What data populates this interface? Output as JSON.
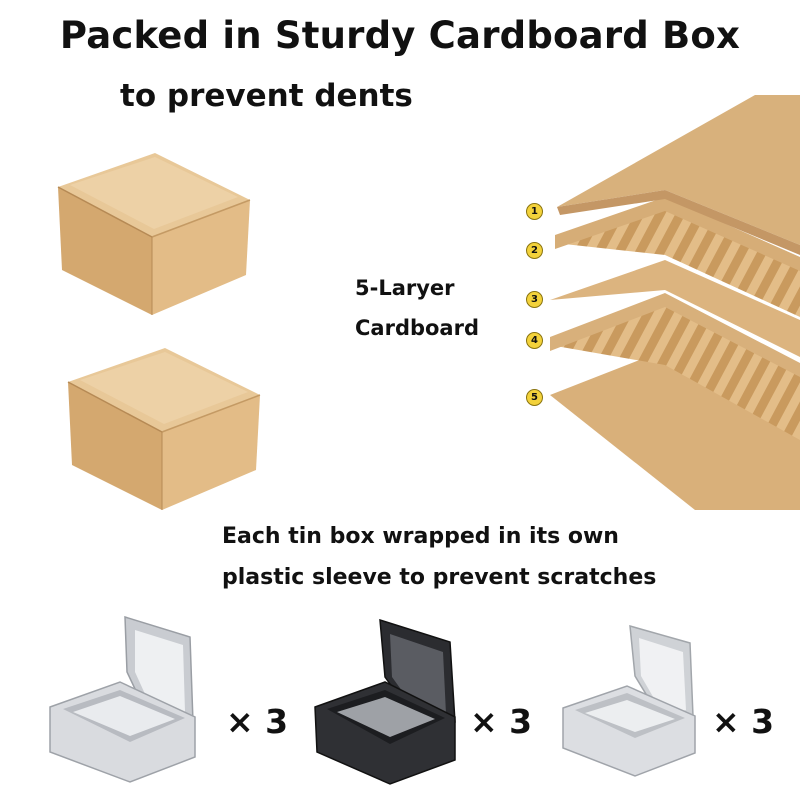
{
  "headline": {
    "title": "Packed in Sturdy Cardboard Box",
    "subtitle": "to prevent dents"
  },
  "cardboard": {
    "label_line1": "5-Laryer",
    "label_line2": "Cardboard",
    "layer_numbers": [
      "1",
      "2",
      "3",
      "4",
      "5"
    ]
  },
  "wrap_note": {
    "line1": "Each tin box wrapped in its own",
    "line2": "plastic sleeve to prevent scratches"
  },
  "tins": [
    {
      "color": "silver",
      "quantity": "× 3"
    },
    {
      "color": "black",
      "quantity": "× 3"
    },
    {
      "color": "silver",
      "quantity": "× 3"
    }
  ],
  "colors": {
    "kraft": "#d7b07c",
    "kraft_dark": "#b88d57",
    "silver": "#d9dbdf",
    "black_tin": "#2b2c30"
  }
}
